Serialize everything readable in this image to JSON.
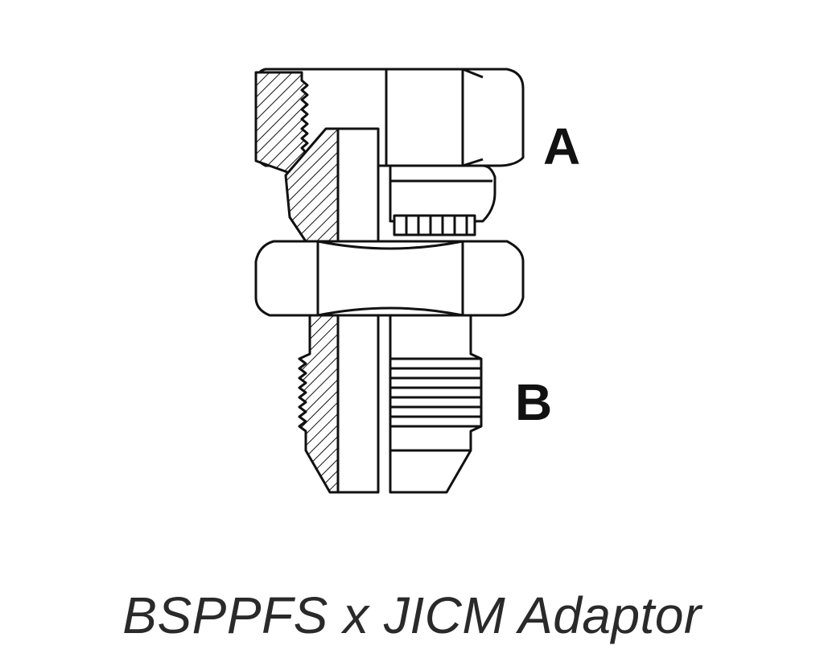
{
  "labels": {
    "a": "A",
    "b": "B"
  },
  "caption": "BSPPFS x JICM Adaptor",
  "colors": {
    "line": "#111111",
    "caption_text": "#2a2a2a",
    "background": "#ffffff"
  }
}
